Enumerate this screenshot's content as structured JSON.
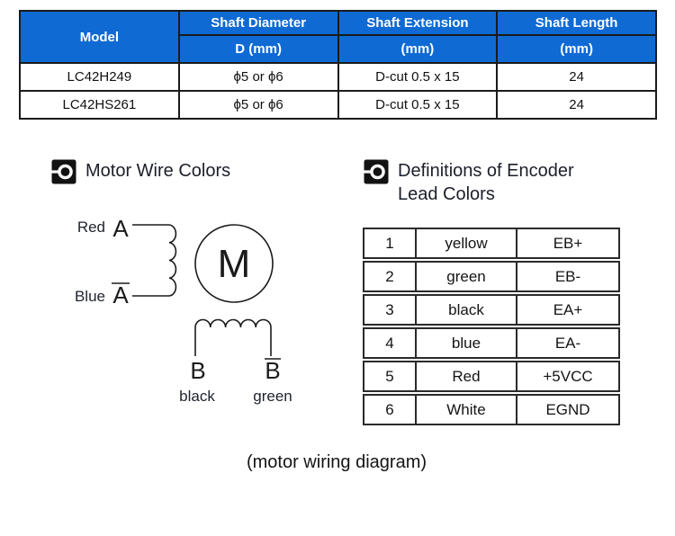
{
  "spec_table": {
    "header_bg": "#0f6ad4",
    "header_text_color": "#ffffff",
    "columns": [
      {
        "header": "Model",
        "sub": ""
      },
      {
        "header": "Shaft Diameter",
        "sub": "D (mm)"
      },
      {
        "header": "Shaft Extension",
        "sub": "(mm)"
      },
      {
        "header": "Shaft Length",
        "sub": "(mm)"
      }
    ],
    "rows": [
      [
        "LC42H249",
        "ϕ5 or ϕ6",
        "D-cut 0.5 x 15",
        "24"
      ],
      [
        "LC42HS261",
        "ϕ5 or ϕ6",
        "D-cut 0.5 x 15",
        "24"
      ]
    ]
  },
  "sections": {
    "motor_wire": {
      "title": "Motor Wire Colors"
    },
    "encoder": {
      "title_line1": "Definitions of Encoder",
      "title_line2": "Lead Colors"
    }
  },
  "wiring_diagram": {
    "motor_symbol": "M",
    "phase_a": {
      "positive": {
        "letter": "A",
        "color_label": "Red"
      },
      "negative": {
        "letter": "A",
        "color_label": "Blue"
      }
    },
    "phase_b": {
      "positive": {
        "letter": "B",
        "color_label": "black"
      },
      "negative": {
        "letter": "B",
        "color_label": "green"
      }
    }
  },
  "encoder_table": {
    "rows": [
      {
        "pin": "1",
        "color": "yellow",
        "signal": "EB+"
      },
      {
        "pin": "2",
        "color": "green",
        "signal": "EB-"
      },
      {
        "pin": "3",
        "color": "black",
        "signal": "EA+"
      },
      {
        "pin": "4",
        "color": "blue",
        "signal": "EA-"
      },
      {
        "pin": "5",
        "color": "Red",
        "signal": "+5VCC"
      },
      {
        "pin": "6",
        "color": "White",
        "signal": "EGND"
      }
    ]
  },
  "caption": "(motor wiring diagram)"
}
